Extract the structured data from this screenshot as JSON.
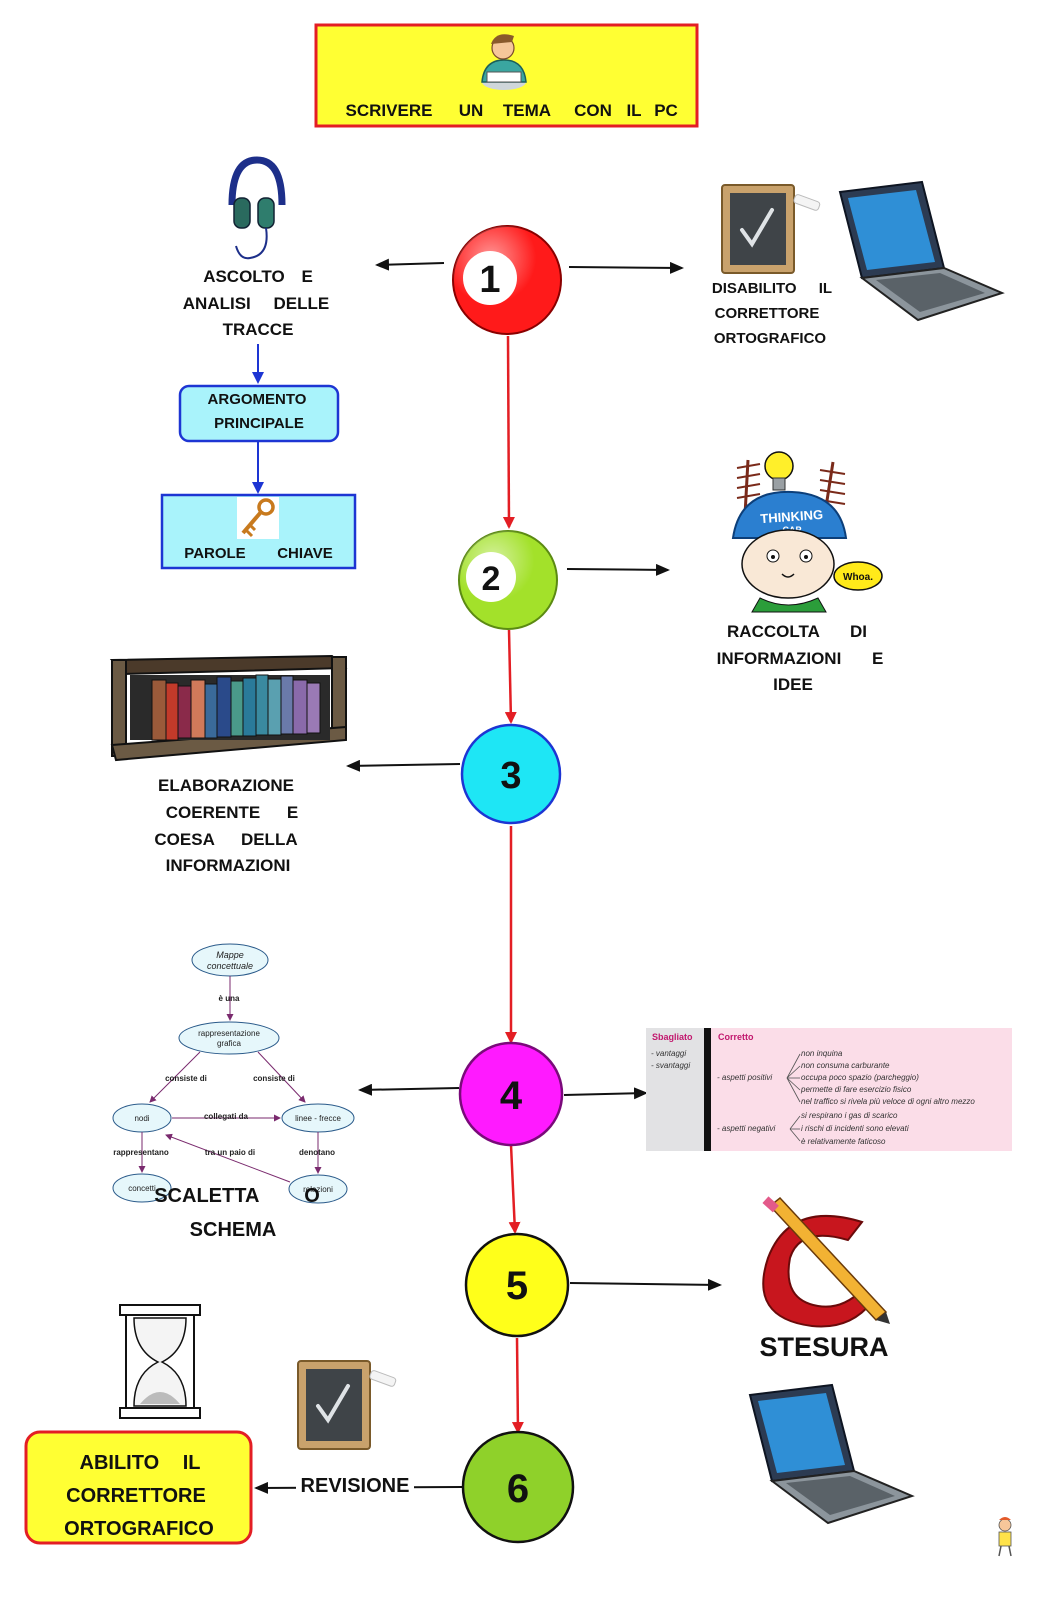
{
  "title": {
    "words": [
      "SCRIVERE",
      "UN",
      "TEMA",
      "CON",
      "IL",
      "PC"
    ]
  },
  "steps": [
    {
      "number": "1",
      "color": "#ff1a1a"
    },
    {
      "number": "2",
      "color": "#a3e12a"
    },
    {
      "number": "3",
      "color": "#1ee6f5"
    },
    {
      "number": "4",
      "color": "#ff1aff"
    },
    {
      "number": "5",
      "color": "#ffff1a"
    },
    {
      "number": "6",
      "color": "#8fd12a"
    }
  ],
  "labels": {
    "ascolto": [
      "ASCOLTO E",
      "ANALISI DELLE",
      "TRACCE"
    ],
    "argomento": [
      "ARGOMENTO",
      "PRINCIPALE"
    ],
    "parole_chiave": [
      "PAROLE",
      "CHIAVE"
    ],
    "disabilito": [
      "DISABILITO IL",
      "CORRETTORE",
      "ORTOGRAFICO"
    ],
    "raccolta": [
      "RACCOLTA DI",
      "INFORMAZIONI E",
      "IDEE"
    ],
    "elaborazione": [
      "ELABORAZIONE",
      "COERENTE E",
      "COESA DELLA",
      "INFORMAZIONI"
    ],
    "scaletta": [
      "SCALETTA O",
      "SCHEMA"
    ],
    "stesura": "STESURA",
    "revisione": "REVISIONE",
    "abilito": [
      "ABILITO IL",
      "CORRETTORE",
      "ORTOGRAFICO"
    ]
  },
  "concept_map": {
    "root": [
      "Mappe",
      "concettuale"
    ],
    "link_is": "è una",
    "middle": [
      "rappresentazione",
      "grafica"
    ],
    "consiste_left": "consiste di",
    "consiste_right": "consiste di",
    "left_node": "nodi",
    "right_node": "linee - frecce",
    "collegati": "collegati da",
    "rappresentano": "rappresentano",
    "tra": "tra un paio di",
    "denotano": "denotano",
    "bottom_left": "concetti",
    "bottom_right": "relazioni"
  },
  "note_table": {
    "header_left": "Sbagliato",
    "header_right": "Corretto",
    "left_items": [
      "- vantaggi",
      "- svantaggi"
    ],
    "positive_label": "- aspetti positivi",
    "positive_items": [
      "non inquina",
      "non consuma carburante",
      "occupa poco spazio (parcheggio)",
      "permette di fare esercizio fisico",
      "nel traffico si rivela più veloce di ogni altro mezzo"
    ],
    "negative_label": "- aspetti negativi",
    "negative_items": [
      "si respirano i gas di scarico",
      "i rischi di incidenti sono elevati",
      "è relativamente faticoso"
    ]
  },
  "thinking_cap": {
    "hat_text": "THINKING",
    "hat_text2": "CAP",
    "bubble": "Whoa."
  },
  "colors": {
    "title_bg": "#ffff33",
    "title_border": "#e31e24",
    "blue_box_bg": "#a9f3fb",
    "blue_box_border": "#1d35d3",
    "yellow_box_bg": "#ffff33",
    "yellow_box_border": "#e31e24",
    "flow_arrow": "#e31e24",
    "side_arrow": "#111111",
    "blue_arrow": "#1d35d3"
  }
}
